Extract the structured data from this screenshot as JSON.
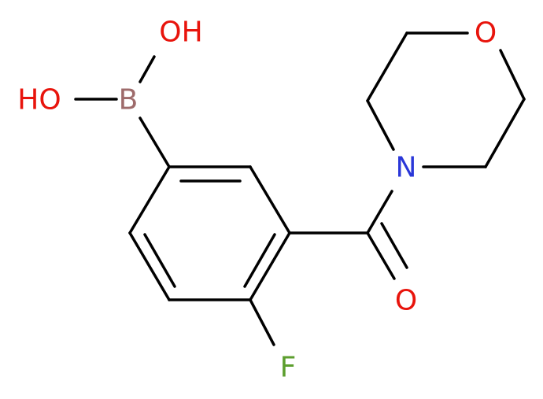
{
  "molecule": {
    "atoms": {
      "boron": {
        "symbol": "B",
        "color": "#9e6b6b"
      },
      "hydroxyl_top": {
        "symbol": "OH",
        "color": "#e8140c"
      },
      "hydroxyl_left": {
        "symbol": "HO",
        "color": "#e8140c"
      },
      "fluorine": {
        "symbol": "F",
        "color": "#5c9e2e"
      },
      "nitrogen": {
        "symbol": "N",
        "color": "#2a37d8"
      },
      "ring_oxygen": {
        "symbol": "O",
        "color": "#e8140c"
      },
      "carbonyl_oxygen": {
        "symbol": "O",
        "color": "#e8140c"
      }
    },
    "bond_color": "#000000"
  }
}
